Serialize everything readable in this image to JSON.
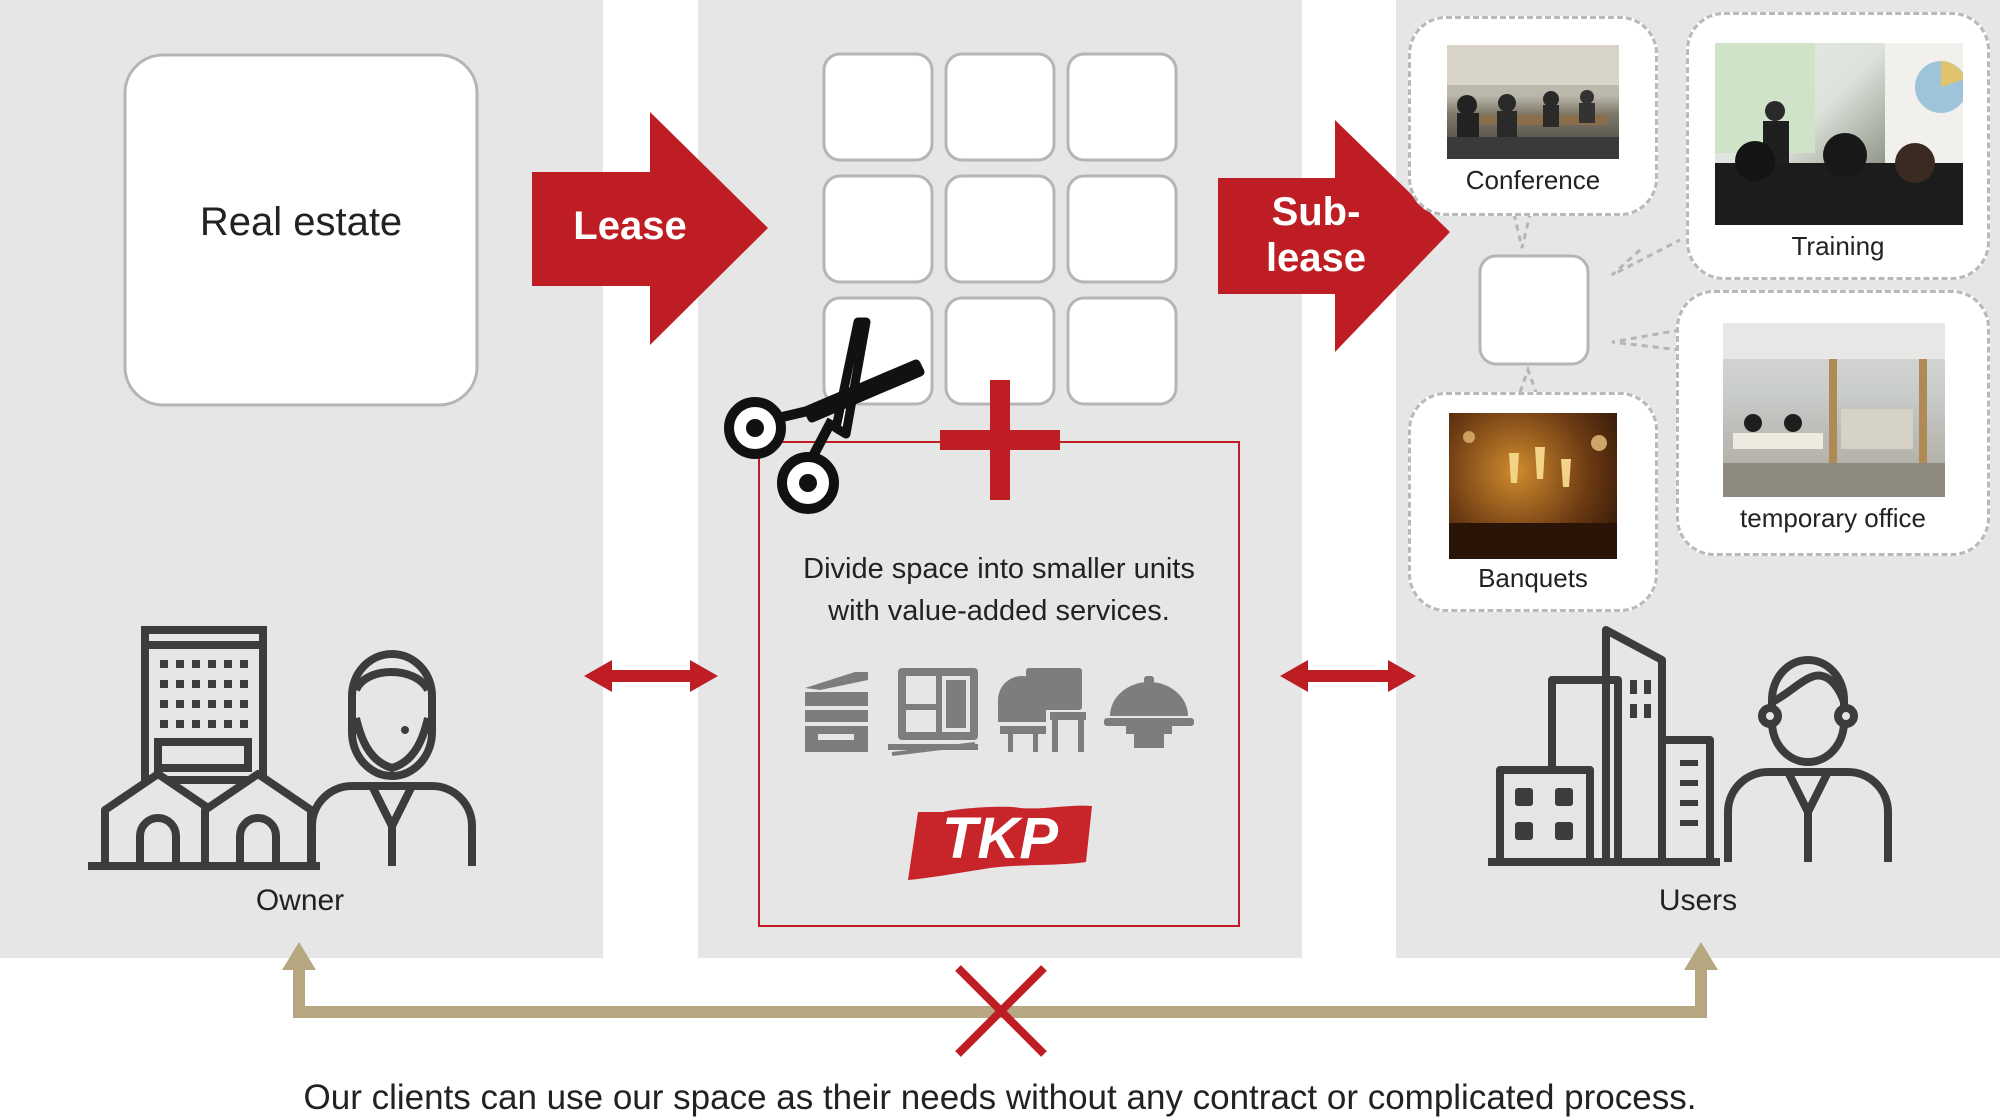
{
  "left": {
    "box_label": "Real estate",
    "caption": "Owner",
    "icons": [
      "office-building-icon",
      "house-icon",
      "businessman-beard-icon"
    ]
  },
  "arrows": {
    "lease": "Lease",
    "sublease_line1": "Sub-",
    "sublease_line2": "lease"
  },
  "middle": {
    "description_line1": "Divide space into smaller units",
    "description_line2": "with value-added services.",
    "logo_text": "TKP",
    "service_icons": [
      "copier-icon",
      "catering-box-icon",
      "office-furniture-icon",
      "food-cloche-icon"
    ]
  },
  "right": {
    "caption": "Users",
    "bubbles": {
      "conference": "Conference",
      "training": "Training",
      "banquets": "Banquets",
      "temporary_office": "temporary office"
    }
  },
  "footer": {
    "note": "Our clients can use our space as their needs without any contract or complicated process."
  },
  "colors": {
    "brand_red": "#be1e23",
    "panel_gray": "#e6e6e6",
    "icon_dark": "#3c3c3c",
    "gold_arrow": "#b7a780",
    "service_icon_gray": "#7d7d7d"
  }
}
